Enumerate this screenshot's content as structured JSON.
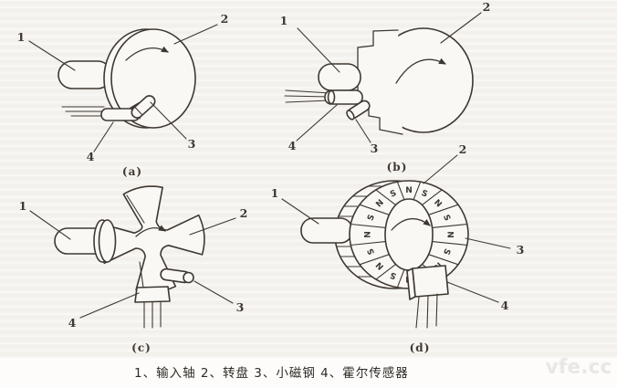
{
  "caption": "1、输入轴 2、转盘 3、小磁钢 4、霍尔传感器",
  "watermark": "vfe.cc",
  "colors": {
    "ink": "#3e3831",
    "paper": "#f5f3ef",
    "paper2": "#faf8f5",
    "strip": "#fdfcfa",
    "watermark": "#e9e7e4",
    "caption_text": "#2f2b26"
  },
  "diagrams": {
    "a": {
      "caption": "(a)",
      "labels": [
        "1",
        "2",
        "3",
        "4"
      ]
    },
    "b": {
      "caption": "(b)",
      "labels": [
        "1",
        "2",
        "3",
        "4"
      ]
    },
    "c": {
      "caption": "(c)",
      "labels": [
        "1",
        "2",
        "3",
        "4"
      ]
    },
    "d": {
      "caption": "(d)",
      "labels": [
        "1",
        "2",
        "3",
        "4"
      ],
      "pole_letters": [
        "N",
        "S",
        "N",
        "S",
        "N",
        "S",
        "N",
        "S",
        "N",
        "S",
        "N",
        "S",
        "N",
        "S",
        "N",
        "S"
      ]
    }
  }
}
